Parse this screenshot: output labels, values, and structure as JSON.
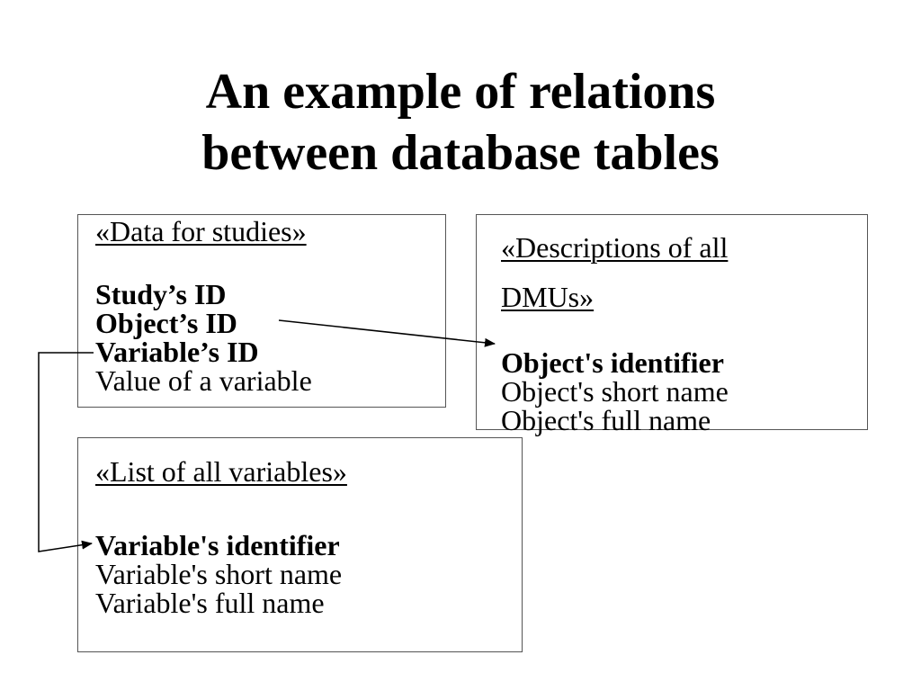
{
  "title": {
    "line1": "An example of relations",
    "line2": "between database tables"
  },
  "tables": {
    "data_for_studies": {
      "heading": "«Data for studies»",
      "fields": [
        "Study’s ID",
        "Object’s ID",
        "Variable’s ID",
        "Value of a variable"
      ]
    },
    "dmu_descriptions": {
      "heading_line1": "«Descriptions of all",
      "heading_line2": "DMUs»",
      "fields": [
        "Object's identifier",
        "Object's short name",
        "Object's full name"
      ]
    },
    "variables_list": {
      "heading": "«List of all variables»",
      "fields": [
        "Variable's identifier",
        "Variable's short name",
        "Variable's full name"
      ]
    }
  },
  "colors": {
    "line": "#000000",
    "box_border": "#555555"
  }
}
